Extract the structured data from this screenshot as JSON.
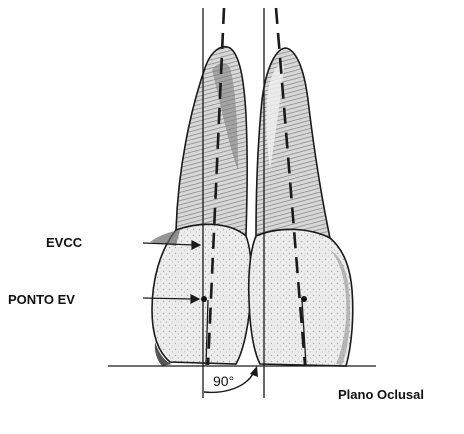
{
  "labels": {
    "evcc": "EVCC",
    "ponto_ev": "PONTO EV",
    "angle": "90°",
    "occlusal_plane": "Plano Oclusal"
  },
  "colors": {
    "line": "#1a1a1a",
    "tooth_fill": "#f2f2f2",
    "root_shade": "#b5b5b5",
    "label": "#111111"
  }
}
